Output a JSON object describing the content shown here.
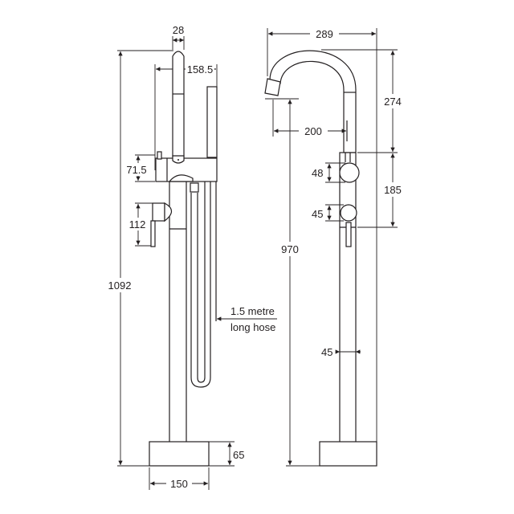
{
  "title": "Freestanding bath mixer with hand shower - dimension drawing",
  "side_view": {
    "dims": {
      "overall_height": "1092",
      "rail_width": "28",
      "shower_projection": "158.5",
      "body_height": "71.5",
      "lever_height": "112",
      "base_height": "65",
      "base_width": "150"
    },
    "hose_note_line1": "1.5 metre",
    "hose_note_line2": "long hose"
  },
  "front_view": {
    "dims": {
      "spout_width": "289",
      "spout_height": "274",
      "body_height": "185",
      "spout_reach": "200",
      "spout_outlet_height": "970",
      "upper_knob": "48",
      "lower_knob": "45",
      "pipe_diameter": "45"
    }
  },
  "colors": {
    "line": "#231f20",
    "background": "#ffffff"
  }
}
